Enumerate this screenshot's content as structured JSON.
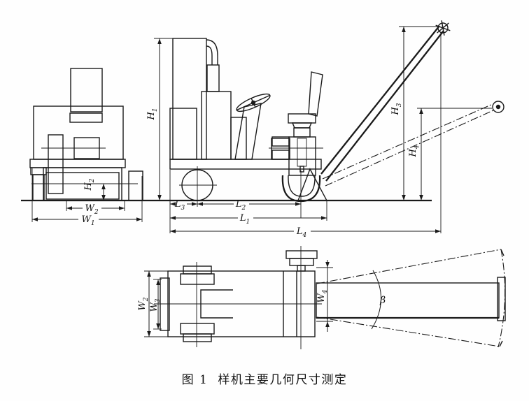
{
  "figure": {
    "caption": {
      "prefix": "图 1",
      "title": "样机主要几何尺寸测定"
    },
    "labels": {
      "H1": {
        "base": "H",
        "sub": "1"
      },
      "H2": {
        "base": "H",
        "sub": "2"
      },
      "H3": {
        "base": "H",
        "sub": "3"
      },
      "H4": {
        "base": "H",
        "sub": "4"
      },
      "W1": {
        "base": "W",
        "sub": "1"
      },
      "W2": {
        "base": "W",
        "sub": "2"
      },
      "W3": {
        "base": "W",
        "sub": "3"
      },
      "W4": {
        "base": "W",
        "sub": "4"
      },
      "L1": {
        "base": "L",
        "sub": "1"
      },
      "L2": {
        "base": "L",
        "sub": "2"
      },
      "L3": {
        "base": "L",
        "sub": "3"
      },
      "L4": {
        "base": "L",
        "sub": "4"
      },
      "beta": "β"
    }
  }
}
